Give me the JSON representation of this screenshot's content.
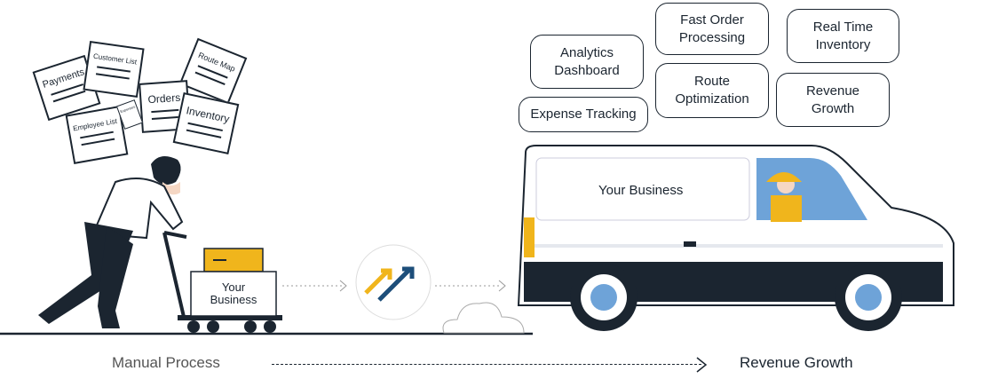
{
  "papers": [
    "Payments",
    "Customer List",
    "Route Map",
    "Orders",
    "Employee List",
    "Expenses",
    "Inventory"
  ],
  "cart_box_label": "Your Business",
  "van_label": "Your Business",
  "features": [
    "Analytics Dashboard",
    "Fast Order Processing",
    "Real Time Inventory",
    "Route Optimization",
    "Revenue Growth",
    "Expense Tracking"
  ],
  "bottom": {
    "from": "Manual Process",
    "to": "Revenue Growth"
  },
  "colors": {
    "dark": "#1b2530",
    "yellow": "#f0b51c",
    "blue": "#1d4e7a",
    "sky": "#6ea3d8"
  }
}
